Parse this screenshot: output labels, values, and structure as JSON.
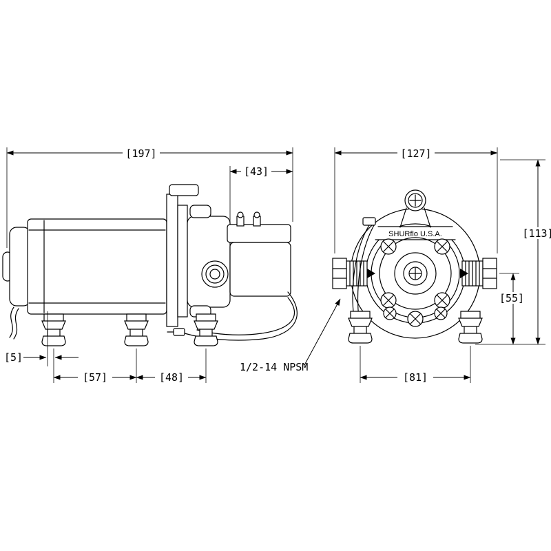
{
  "drawing": {
    "background": "#ffffff",
    "line_color": "#000000",
    "type": "technical dimensional drawing, two orthographic views of a diaphragm pump"
  },
  "dimensions": {
    "overall_length": "[197]",
    "switch_housing_length": "[43]",
    "foot_offset": "[5]",
    "front_foot_spacing": "[57]",
    "rear_foot_spacing": "[48]",
    "overall_width": "[127]",
    "overall_height": "[113]",
    "port_center_height": "[55]",
    "front_view_foot_spacing": "[81]"
  },
  "labels": {
    "port_thread": "1/2-14 NPSM",
    "brand": "SHURflo U.S.A."
  }
}
